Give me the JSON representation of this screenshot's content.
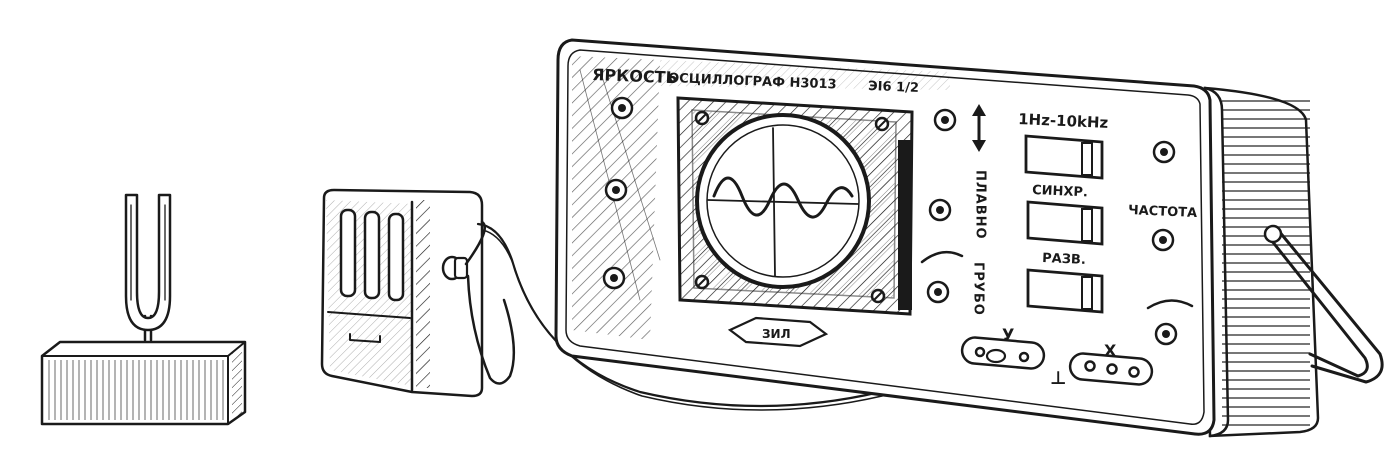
{
  "oscilloscope": {
    "label_brightness": "ЯРКОСТЬ",
    "label_model": "ОСЦИЛЛОГРАФ Н3013",
    "label_serial": "ЭI6 1/2",
    "label_freq_range": "1Hz-10kHz",
    "label_sync": "СИНХР.",
    "label_sweep": "РАЗВ.",
    "label_frequency": "ЧАСТОТА",
    "label_fine": "ПЛАВНО",
    "label_coarse": "ГРУБО",
    "label_input_y": "У",
    "label_input_x": "Х",
    "label_ground": "⊥",
    "logo_text": "ЗИЛ"
  },
  "icons": {
    "vertical_arrow": "double-arrow-vertical-icon",
    "screen_wave": "sine-wave-icon"
  },
  "colors": {
    "ink": "#1a1a1a",
    "paper": "#ffffff"
  }
}
